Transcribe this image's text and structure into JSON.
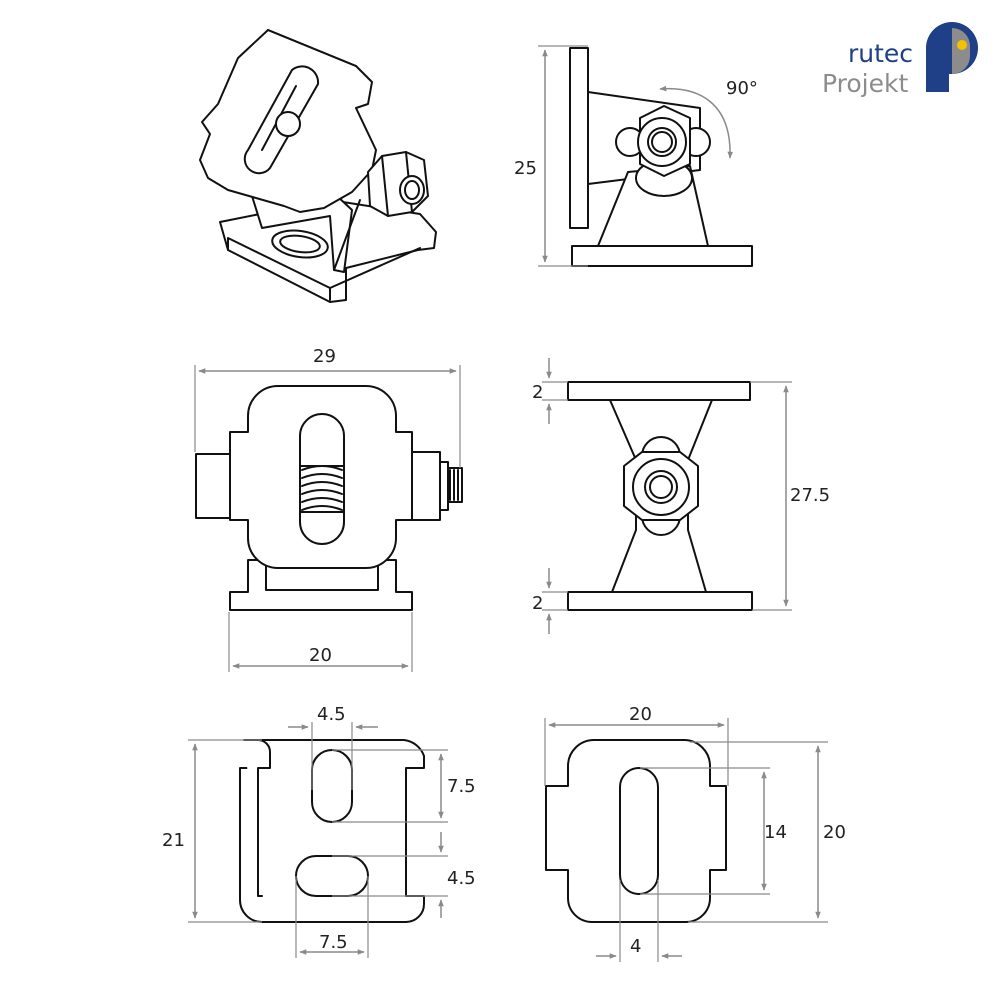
{
  "brand": {
    "line1": "rutec",
    "line2": "Projekt",
    "primary_color": "#1f3f86",
    "secondary_color": "#8c8c8c",
    "accent_color": "#f2c200"
  },
  "side_view": {
    "height": "25",
    "rotation": "90°"
  },
  "front_view": {
    "width_total": "29",
    "width_base": "20"
  },
  "top_view": {
    "height_total": "27.5",
    "thickness_top": "2",
    "thickness_bottom": "2"
  },
  "plate_left": {
    "slot_width": "4.5",
    "slot_length": "7.5",
    "height": "21",
    "slot2_width": "4.5",
    "slot2_length": "7.5"
  },
  "plate_right": {
    "width": "20",
    "slot_length": "14",
    "height": "20",
    "slot_width": "4"
  }
}
